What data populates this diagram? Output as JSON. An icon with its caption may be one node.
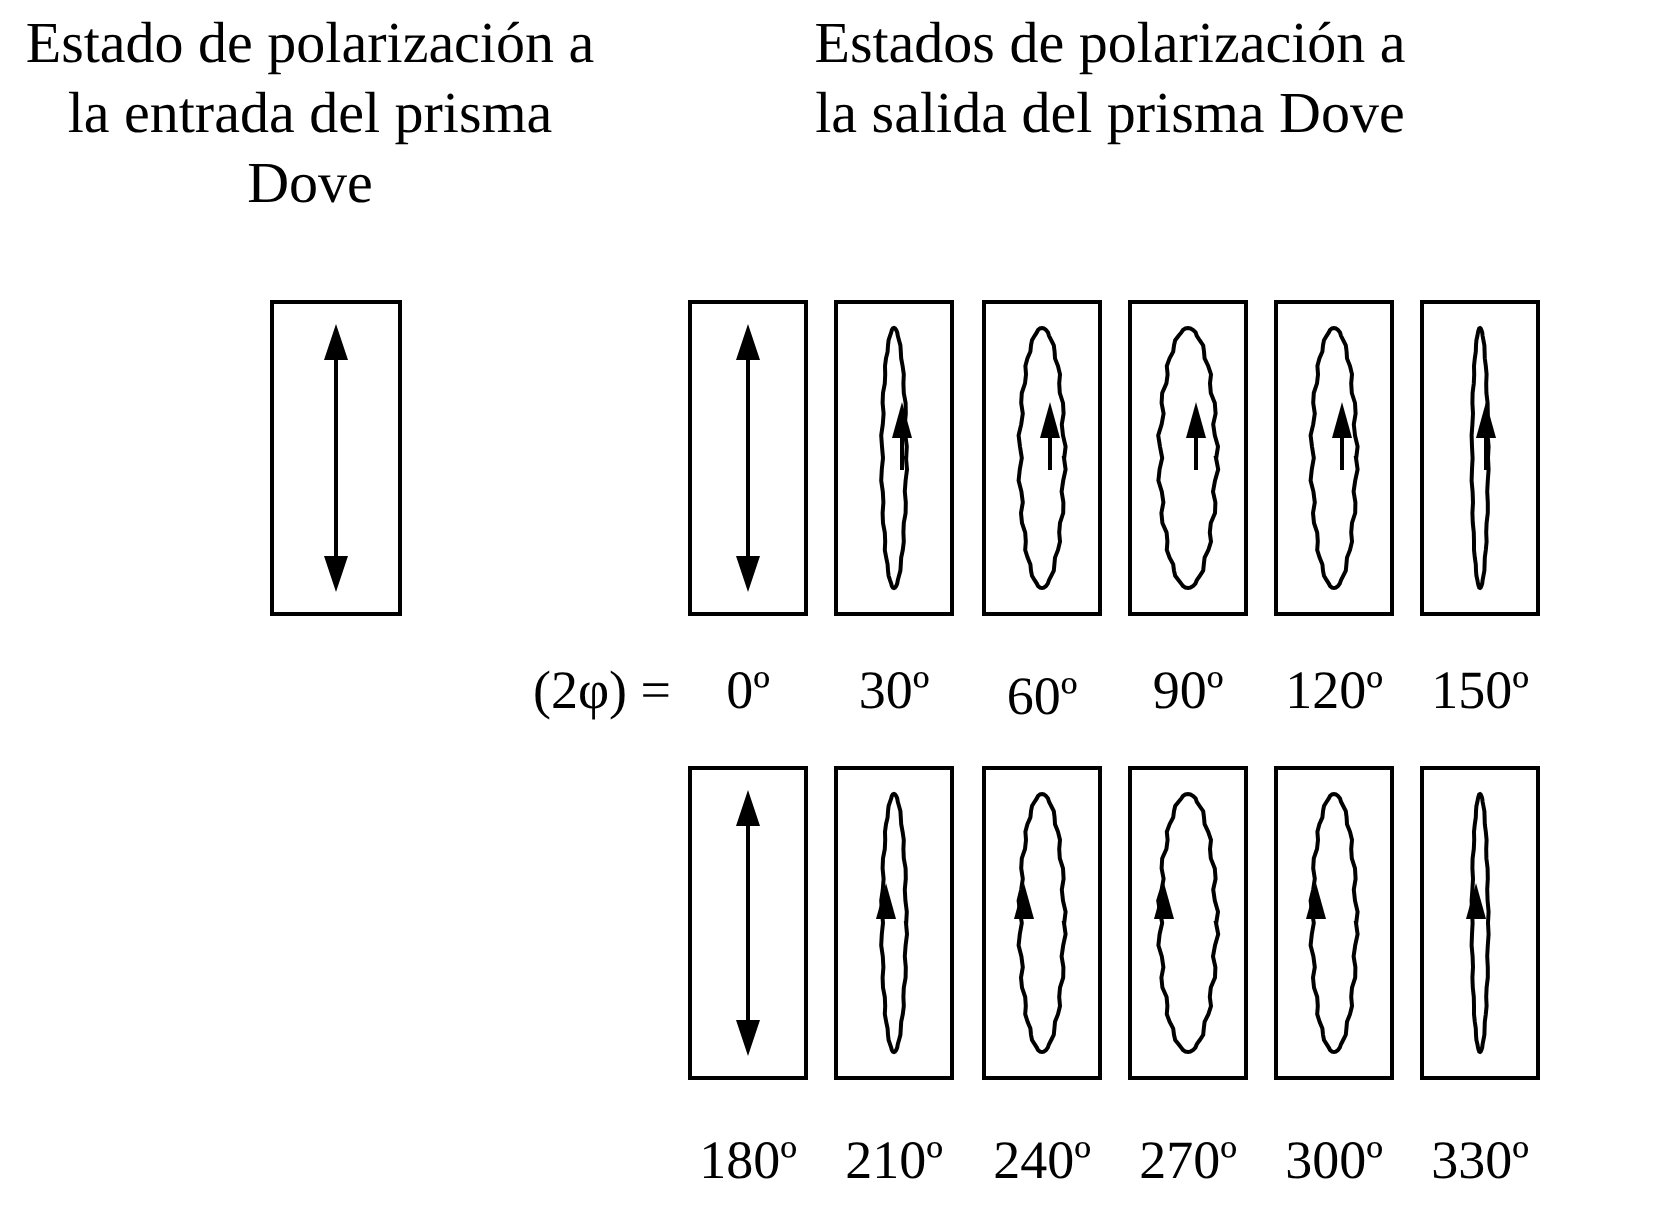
{
  "diagram": {
    "labels": [
      "Estado de polarización a la entrada del prisma Dove",
      "Estados de polarización a la salida del prisma Dove",
      "(2φ) =",
      "0º",
      "30º",
      "60º",
      "90º",
      "120º",
      "150º",
      "180º",
      "210º",
      "240º",
      "270º",
      "300º",
      "330º"
    ]
  }
}
